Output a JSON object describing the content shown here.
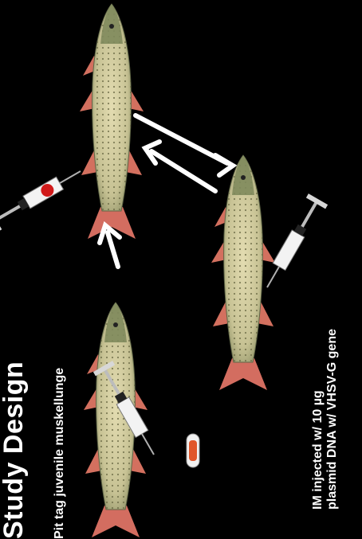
{
  "title": "Study Design",
  "labels": {
    "pit_tag": "Pit tag juvenile muskellunge",
    "injection": "IM injected w/ 10 µg\nplasmid DNA w/ VHSV-G gene"
  },
  "colors": {
    "background": "#000000",
    "fish_body": "#c9c79b",
    "fish_fin": "#d67466",
    "arrow": "#ffffff",
    "tag": "#e0562a",
    "syringe_red": "#d11a1a"
  },
  "icons": [
    "fish-icon",
    "syringe-icon",
    "pit-tag-icon",
    "arrow-icon"
  ]
}
